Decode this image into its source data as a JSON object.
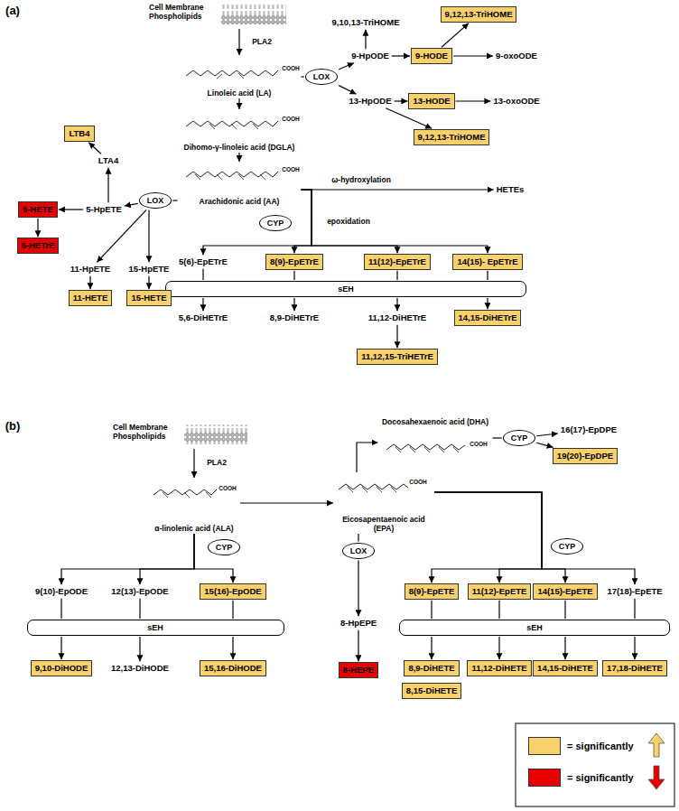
{
  "diagram": {
    "nodes": [
      {
        "text": [
          "Cell Membrane Phospholipids"
        ]
      },
      {
        "text": [
          "Linoleic acid (LA)"
        ]
      },
      {
        "text": [
          "Dihomo-γ-linoleic acid (DGLA)"
        ]
      },
      {
        "text": [
          "Arachidonic acid (AA)"
        ]
      },
      {
        "text": [
          "LOX"
        ]
      },
      {
        "text": [
          "9-HpODE"
        ]
      },
      {
        "text": [
          "9,10,13-TriHOME"
        ]
      },
      {
        "text": [
          "9-HODE"
        ]
      },
      {
        "text": [
          "9,12,13-TriHOME"
        ]
      },
      {
        "text": [
          "9-oxoODE"
        ]
      },
      {
        "text": [
          "13-HpODE"
        ]
      },
      {
        "text": [
          "13-HODE"
        ]
      },
      {
        "text": [
          "13-oxoODE"
        ]
      },
      {
        "text": [
          "9,12,13-TriHOME"
        ]
      },
      {
        "text": [
          "HETEs"
        ]
      },
      {
        "text": [
          "CYP"
        ]
      },
      {
        "text": [
          "5(6)-EpETrE"
        ]
      },
      {
        "text": [
          "8(9)-EpETrE"
        ]
      },
      {
        "text": [
          "11(12)-EpETrE"
        ]
      },
      {
        "text": [
          "14(15)- EpETrE"
        ]
      },
      {
        "text": [
          "sEH"
        ]
      },
      {
        "text": [
          "5,6-DiHETrE"
        ]
      },
      {
        "text": [
          "8,9-DiHETrE"
        ]
      },
      {
        "text": [
          "11,12-DiHETrE"
        ]
      },
      {
        "text": [
          "14,15-DiHETrE"
        ]
      },
      {
        "text": [
          "11,12,15-TriHETrE"
        ]
      },
      {
        "text": [
          "LOX"
        ]
      },
      {
        "text": [
          "LTA4"
        ]
      },
      {
        "text": [
          "LTB4"
        ]
      },
      {
        "text": [
          "5-HpETE"
        ]
      },
      {
        "text": [
          "5-HETE"
        ]
      },
      {
        "text": [
          "5-HETrE"
        ]
      },
      {
        "text": [
          "11-HpETE"
        ]
      },
      {
        "text": [
          "15-HpETE"
        ]
      },
      {
        "text": [
          "11-HETE"
        ]
      },
      {
        "text": [
          "15-HETE"
        ]
      },
      {
        "text": [
          "Cell Membrane Phospholipids"
        ]
      },
      {
        "text": [
          "α-linolenic acid (ALA)"
        ]
      },
      {
        "text": [
          "Eicosapentaenoic acid (EPA)"
        ]
      },
      {
        "text": [
          "Docosahexaenoic acid (DHA)"
        ]
      },
      {
        "text": [
          "CYP"
        ]
      },
      {
        "text": [
          "16(17)-EpDPE"
        ]
      },
      {
        "text": [
          "19(20)-EpDPE"
        ]
      },
      {
        "text": [
          "CYP"
        ]
      },
      {
        "text": [
          "9(10)-EpODE"
        ]
      },
      {
        "text": [
          "12(13)-EpODE"
        ]
      },
      {
        "text": [
          "15(16)-EpODE"
        ]
      },
      {
        "text": [
          "sEH"
        ]
      },
      {
        "text": [
          "9,10-DiHODE"
        ]
      },
      {
        "text": [
          "12,13-DiHODE"
        ]
      },
      {
        "text": [
          "15,16-DiHODE"
        ]
      },
      {
        "text": [
          "LOX"
        ]
      },
      {
        "text": [
          "8-HpEPE"
        ]
      },
      {
        "text": [
          "8-HEPE"
        ]
      },
      {
        "text": [
          "CYP"
        ]
      },
      {
        "text": [
          "8(9)-EpETE"
        ]
      },
      {
        "text": [
          "11(12)-EpETE"
        ]
      },
      {
        "text": [
          "14(15)-EpETE"
        ]
      },
      {
        "text": [
          "17(18)-EpETE"
        ]
      },
      {
        "text": [
          "sEH"
        ]
      },
      {
        "text": [
          "8,9-DiHETE"
        ]
      },
      {
        "text": [
          "8,15-DiHETE"
        ]
      },
      {
        "text": [
          "11,12-DiHETE"
        ]
      },
      {
        "text": [
          "14,15-DiHETE"
        ]
      },
      {
        "text": [
          "17,18-DiHETE"
        ]
      }
    ],
    "edges": [
      {
        "from": 0,
        "to": 1,
        "arrow": "to",
        "label": "PLA2"
      },
      {
        "from": 1,
        "to": 2,
        "arrow": "to"
      },
      {
        "from": 2,
        "to": 3,
        "arrow": "to"
      },
      {
        "from": 1,
        "to": 4,
        "arrow": "none"
      },
      {
        "from": 4,
        "to": 5,
        "arrow": "to"
      },
      {
        "from": 4,
        "to": 10,
        "arrow": "to"
      },
      {
        "from": 5,
        "to": 6,
        "arrow": "to"
      },
      {
        "from": 5,
        "to": 7,
        "arrow": "to"
      },
      {
        "from": 7,
        "to": 8,
        "arrow": "to"
      },
      {
        "from": 7,
        "to": 9,
        "arrow": "to"
      },
      {
        "from": 10,
        "to": 11,
        "arrow": "to"
      },
      {
        "from": 11,
        "to": 12,
        "arrow": "to"
      },
      {
        "from": 10,
        "to": 13,
        "arrow": "to"
      },
      {
        "from": 3,
        "to": 14,
        "arrow": "to",
        "label": "ω-hydroxylation"
      },
      {
        "from": 3,
        "to": 16,
        "arrow": "to",
        "label": "epoxidation"
      },
      {
        "from": 3,
        "to": 17,
        "arrow": "to"
      },
      {
        "from": 3,
        "to": 18,
        "arrow": "to"
      },
      {
        "from": 3,
        "to": 19,
        "arrow": "to"
      },
      {
        "from": 16,
        "to": 20,
        "arrow": "none"
      },
      {
        "from": 17,
        "to": 20,
        "arrow": "none"
      },
      {
        "from": 18,
        "to": 20,
        "arrow": "none"
      },
      {
        "from": 19,
        "to": 20,
        "arrow": "none"
      },
      {
        "from": 20,
        "to": 21,
        "arrow": "to"
      },
      {
        "from": 20,
        "to": 22,
        "arrow": "to"
      },
      {
        "from": 20,
        "to": 23,
        "arrow": "to"
      },
      {
        "from": 20,
        "to": 24,
        "arrow": "to"
      },
      {
        "from": 23,
        "to": 25,
        "arrow": "to"
      },
      {
        "from": 3,
        "to": 26,
        "arrow": "none"
      },
      {
        "from": 26,
        "to": 29,
        "arrow": "to"
      },
      {
        "from": 26,
        "to": 32,
        "arrow": "to"
      },
      {
        "from": 26,
        "to": 33,
        "arrow": "to"
      },
      {
        "from": 29,
        "to": 27,
        "arrow": "to"
      },
      {
        "from": 27,
        "to": 28,
        "arrow": "to"
      },
      {
        "from": 29,
        "to": 30,
        "arrow": "to"
      },
      {
        "from": 30,
        "to": 31,
        "arrow": "to"
      },
      {
        "from": 32,
        "to": 34,
        "arrow": "to"
      },
      {
        "from": 33,
        "to": 35,
        "arrow": "to"
      },
      {
        "from": 36,
        "to": 37,
        "arrow": "to",
        "label": "PLA2"
      },
      {
        "from": 37,
        "to": 38,
        "arrow": "to"
      },
      {
        "from": 38,
        "to": 39,
        "arrow": "to"
      },
      {
        "from": 39,
        "to": 40,
        "arrow": "none"
      },
      {
        "from": 40,
        "to": 41,
        "arrow": "to"
      },
      {
        "from": 40,
        "to": 42,
        "arrow": "to"
      },
      {
        "from": 37,
        "to": 44,
        "arrow": "to"
      },
      {
        "from": 37,
        "to": 45,
        "arrow": "to"
      },
      {
        "from": 37,
        "to": 46,
        "arrow": "to"
      },
      {
        "from": 44,
        "to": 47,
        "arrow": "none"
      },
      {
        "from": 45,
        "to": 47,
        "arrow": "none"
      },
      {
        "from": 46,
        "to": 47,
        "arrow": "none"
      },
      {
        "from": 47,
        "to": 48,
        "arrow": "to"
      },
      {
        "from": 47,
        "to": 49,
        "arrow": "to"
      },
      {
        "from": 47,
        "to": 50,
        "arrow": "to"
      },
      {
        "from": 38,
        "to": 51,
        "arrow": "none"
      },
      {
        "from": 51,
        "to": 52,
        "arrow": "to"
      },
      {
        "from": 52,
        "to": 53,
        "arrow": "to"
      },
      {
        "from": 38,
        "to": 55,
        "arrow": "to"
      },
      {
        "from": 38,
        "to": 56,
        "arrow": "to"
      },
      {
        "from": 38,
        "to": 57,
        "arrow": "to"
      },
      {
        "from": 38,
        "to": 58,
        "arrow": "to"
      },
      {
        "from": 55,
        "to": 59,
        "arrow": "none"
      },
      {
        "from": 56,
        "to": 59,
        "arrow": "none"
      },
      {
        "from": 57,
        "to": 59,
        "arrow": "none"
      },
      {
        "from": 58,
        "to": 59,
        "arrow": "none"
      },
      {
        "from": 59,
        "to": 60,
        "arrow": "to"
      },
      {
        "from": 59,
        "to": 62,
        "arrow": "to"
      },
      {
        "from": 59,
        "to": 63,
        "arrow": "to"
      },
      {
        "from": 59,
        "to": 64,
        "arrow": "to"
      }
    ],
    "labels": [
      "(a)",
      "(b)",
      "COOH",
      "COOH",
      "COOH",
      "COOH",
      "COOH",
      "COOH"
    ],
    "legend": [
      {
        "text": "= significantly",
        "color": "#f9d16b"
      },
      {
        "text": "= significantly",
        "color": "#e60000"
      }
    ]
  }
}
